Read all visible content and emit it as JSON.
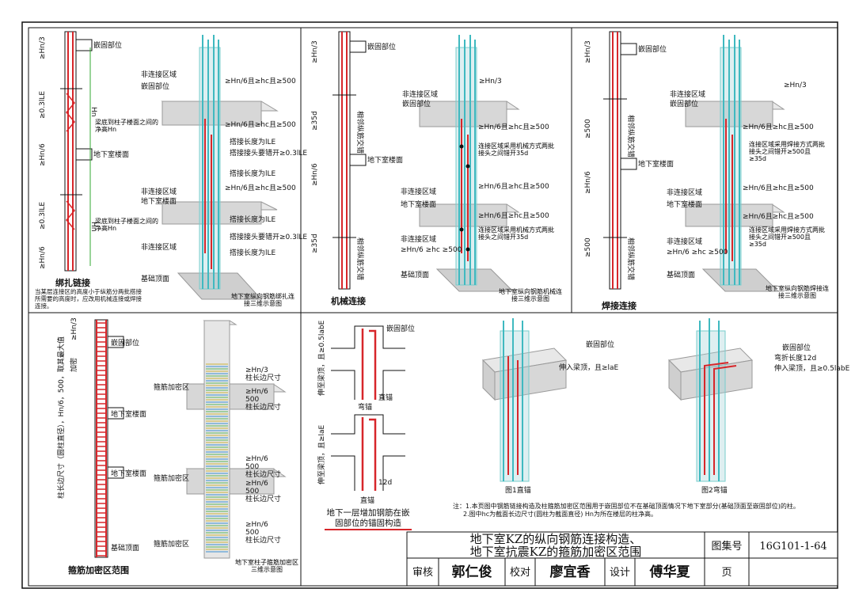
{
  "panels": {
    "lap": {
      "title": "绑扎链接",
      "note": "当某层连接区的高度小于纵筋分两批搭接所需要的高度时，应改用机械连接或焊接连接。",
      "caption": "地下室纵向钢筋绑扎连接三维示意图",
      "labels": {
        "non_conn_1": "非连接区域",
        "embed": "嵌固部位",
        "cond_top": "≥Hn/6且≥hc且≥500",
        "beam_gap": "梁底到柱子楼面之间的净高Hn",
        "cond_mid": "≥Hn/6且≥hc且≥500",
        "lap_len": "搭接长度为lLE",
        "lap_stagger": "搭接接头要错开≥0.3lLE",
        "lap_len2": "搭接长度为lLE",
        "non_conn_2": "非连接区域",
        "basement_floor": "地下室楼面",
        "cond_bot": "≥Hn/6且≥hc且≥500",
        "beam_gap2": "梁底到柱子楼面之间的净高Hn",
        "lap_len3": "搭接长度为lLE",
        "lap_stagger2": "搭接接头要错开≥0.3lLE",
        "lap_len4": "搭接长度为lLE",
        "non_conn_3": "非连接区域",
        "base_top": "基础顶面"
      }
    },
    "mech": {
      "title": "机械连接",
      "caption": "地下室纵向钢筋机械连接三维示意图",
      "labels": {
        "top": "≥Hn/3",
        "non_conn": "非连接区域",
        "embed": "嵌固部位",
        "cond1": "≥Hn/6且≥hc且≥500",
        "method1": "连接区域采用机械方式两批接头之间错开35d",
        "non_conn2": "非连接区域",
        "floor": "地下室楼面",
        "cond2": "≥Hn/6且≥hc且≥500",
        "cond3": "≥Hn/6且≥hc且≥500",
        "method2": "连接区域采用机械方式两批接头之间错开35d",
        "non_conn3": "非连接区域",
        "side": "≥Hn/6 ≥hc ≥500",
        "base_top": "基础顶面"
      }
    },
    "weld": {
      "title": "焊接连接",
      "caption": "地下室纵向钢筋焊接连接三维示意图",
      "labels": {
        "top": "≥Hn/3",
        "non_conn": "非连接区域",
        "embed": "嵌固部位",
        "cond1": "≥Hn/6且≥hc且≥500",
        "method1": "连接区域采用焊接方式两批接头之间错开≥500且≥35d",
        "non_conn2": "非连接区域",
        "floor": "地下室楼面",
        "cond2": "≥Hn/6且≥hc且≥500",
        "cond3": "≥Hn/6且≥hc且≥500",
        "method2": "连接区域采用焊接方式两批接头之间错开≥500且≥35d",
        "non_conn3": "非连接区域",
        "side": "≥Hn/6 ≥hc ≥500",
        "base_top": "基础顶面"
      }
    },
    "stirrup": {
      "title": "箍筋加密区范围",
      "caption": "地下室柱子箍筋加密区三维示意图",
      "labels": {
        "dense1": "箍筋加密区",
        "c1": "≥Hn/3",
        "c1b": "柱长边尺寸",
        "c2": "≥Hn/6",
        "c2b": "500",
        "c2c": "柱长边尺寸",
        "dense2": "箍筋加密区",
        "c3": "≥Hn/6",
        "c3b": "500",
        "c3c": "柱长边尺寸",
        "c4": "≥Hn/6",
        "c4b": "500",
        "c4c": "柱长边尺寸",
        "dense3": "箍筋加密区",
        "c5": "≥Hn/6",
        "c5b": "500",
        "c5c": "柱长边尺寸",
        "side_text": "柱长边尺寸（圆柱直径），Hn/6，500，取其最大值",
        "embed": "嵌固部位",
        "floor": "地下室楼面",
        "base_top": "基础顶面",
        "dense": "加密"
      }
    },
    "anchor": {
      "title": "地下一层增加钢筋在嵌固部位的锚固构造",
      "labels": {
        "vert1": "伸至梁顶，且≥0.5labE",
        "embed": "嵌固部位",
        "bend": "弯锚",
        "straight": "直锚",
        "vert2": "伸至梁顶，且≥laE",
        "bend12": "12d",
        "straight2": "直锚",
        "fig1_embed": "嵌固部位",
        "fig1_into": "伸入梁顶，且≥laE",
        "fig1": "图1直锚",
        "fig2_embed": "嵌固部位",
        "fig2_bend": "弯折长度12d",
        "fig2_into": "伸入梁顶，且≥0.5labE",
        "fig2": "图2弯锚",
        "note1": "注：1.本页图中钢筋链接构造及柱箍筋加密区范围用于嵌固部位不在基础顶面情况下地下室部分(基础顶面至嵌固部位)的柱。",
        "note2": "2.图中hc为截面长边尺寸(圆柱为截面直径) Hn为所在楼层的柱净高。"
      }
    }
  },
  "title_block": {
    "title_line1": "地下室KZ的纵向钢筋连接构造、",
    "title_line2": "地下室抗震KZ的箍筋加密区范围",
    "atlas_label": "图集号",
    "atlas_no": "16G101-1-64",
    "review_label": "审核",
    "reviewer": "郭仁俊",
    "check_label": "校对",
    "checker": "廖宜香",
    "design_label": "设计",
    "designer": "傅华夏",
    "page_label": "页"
  },
  "colors": {
    "rebar_red": "#d7262a",
    "rebar_cyan": "#3fb9c0",
    "concrete": "#d7d7d7",
    "line": "#111111"
  }
}
